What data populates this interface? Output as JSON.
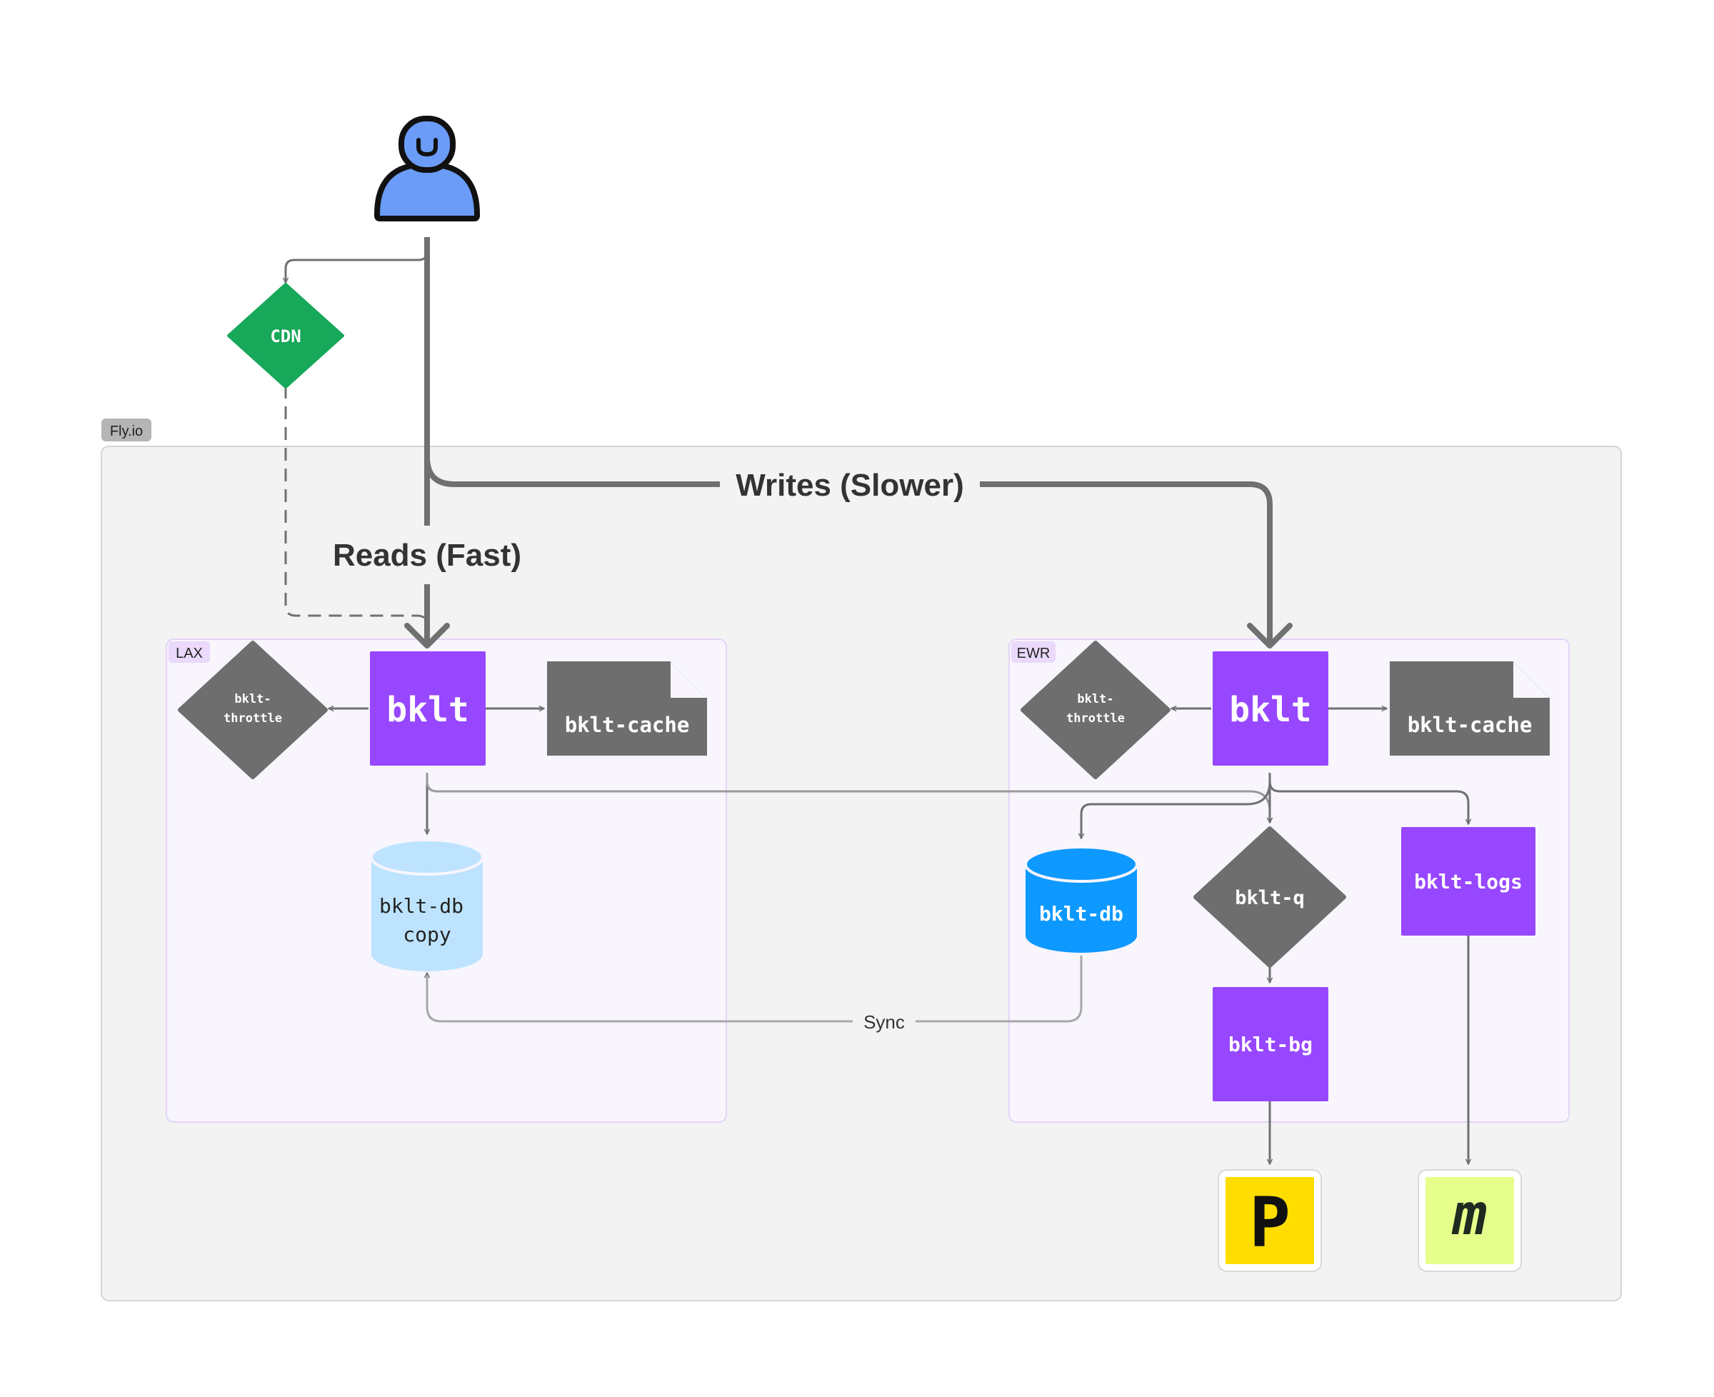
{
  "platform": {
    "label": "Fly.io",
    "color": "#9ca3af"
  },
  "user": {
    "icon": "user-icon",
    "color": "#6b9cf7"
  },
  "cdn": {
    "label": "CDN",
    "color": "#17a85a"
  },
  "flows": {
    "reads_label": "Reads (Fast)",
    "writes_label": "Writes (Slower)",
    "sync_label": "Sync"
  },
  "regions": {
    "lax": {
      "label": "LAX",
      "app": "bklt",
      "throttle_line1": "bklt-",
      "throttle_line2": "throttle",
      "cache": "bklt-cache",
      "db_line1": "bklt-db",
      "db_line2": "copy"
    },
    "ewr": {
      "label": "EWR",
      "app": "bklt",
      "throttle_line1": "bklt-",
      "throttle_line2": "throttle",
      "cache": "bklt-cache",
      "db": "bklt-db",
      "queue": "bklt-q",
      "logs": "bklt-logs",
      "bg": "bklt-bg"
    }
  },
  "external": {
    "postmark": {
      "glyph": "P",
      "icon": "postmark-logo-icon",
      "color": "#ffdd00"
    },
    "logs_service": {
      "glyph": "m",
      "icon": "logs-service-logo-icon",
      "color": "#e6ff8a"
    }
  },
  "colors": {
    "purple": "#9747ff",
    "gray_box": "#6e6e6e",
    "db_blue": "#0d99ff",
    "db_light": "#bde3ff",
    "region_bg": "#f8f5fd",
    "region_border": "#e3d4f7",
    "outer_bg": "#f3f3f3"
  }
}
